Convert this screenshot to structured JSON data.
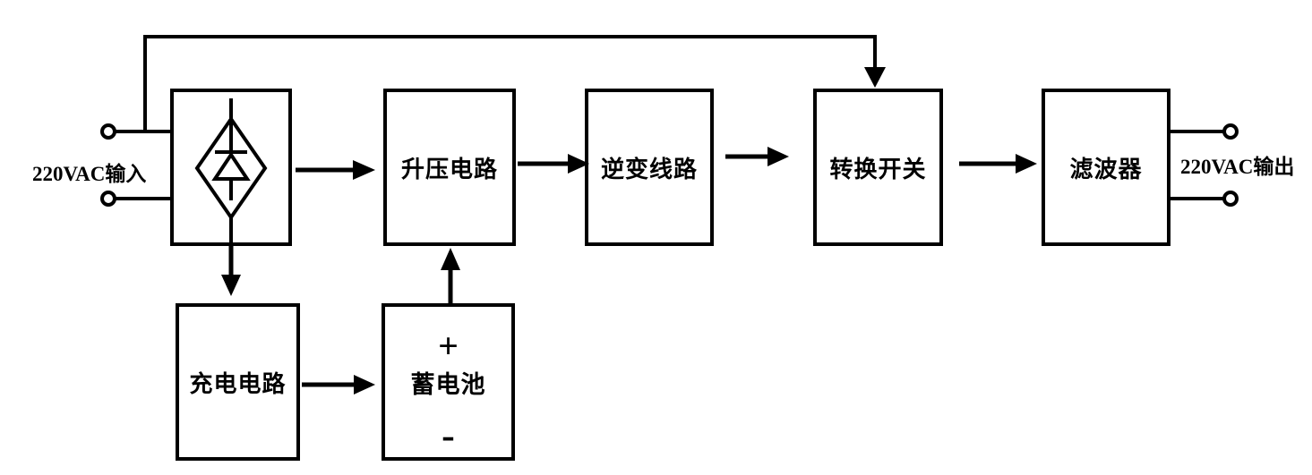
{
  "diagram": {
    "input_label": "220VAC输入",
    "output_label": "220VAC输出",
    "blocks": {
      "rectifier_icon": "diode-diamond-icon",
      "boost": "升压电路",
      "inverter": "逆变线路",
      "transfer_switch": "转换开关",
      "filter": "滤波器",
      "charger": "充电电路",
      "battery": "蓄电池",
      "battery_positive": "+",
      "battery_negative": "-"
    },
    "connections": [
      "220VAC输入 → 整流(二极管方块)",
      "整流(二极管方块) → 升压电路",
      "升压电路 → 逆变线路",
      "逆变线路 → 转换开关",
      "转换开关 → 滤波器",
      "滤波器 → 220VAC输出",
      "220VAC输入 → 转换开关 (顶部旁路)",
      "整流(二极管方块) → 充电电路",
      "充电电路 → 蓄电池",
      "蓄电池 → 升压电路"
    ],
    "colors": {
      "line": "#000000",
      "background": "#ffffff"
    }
  }
}
